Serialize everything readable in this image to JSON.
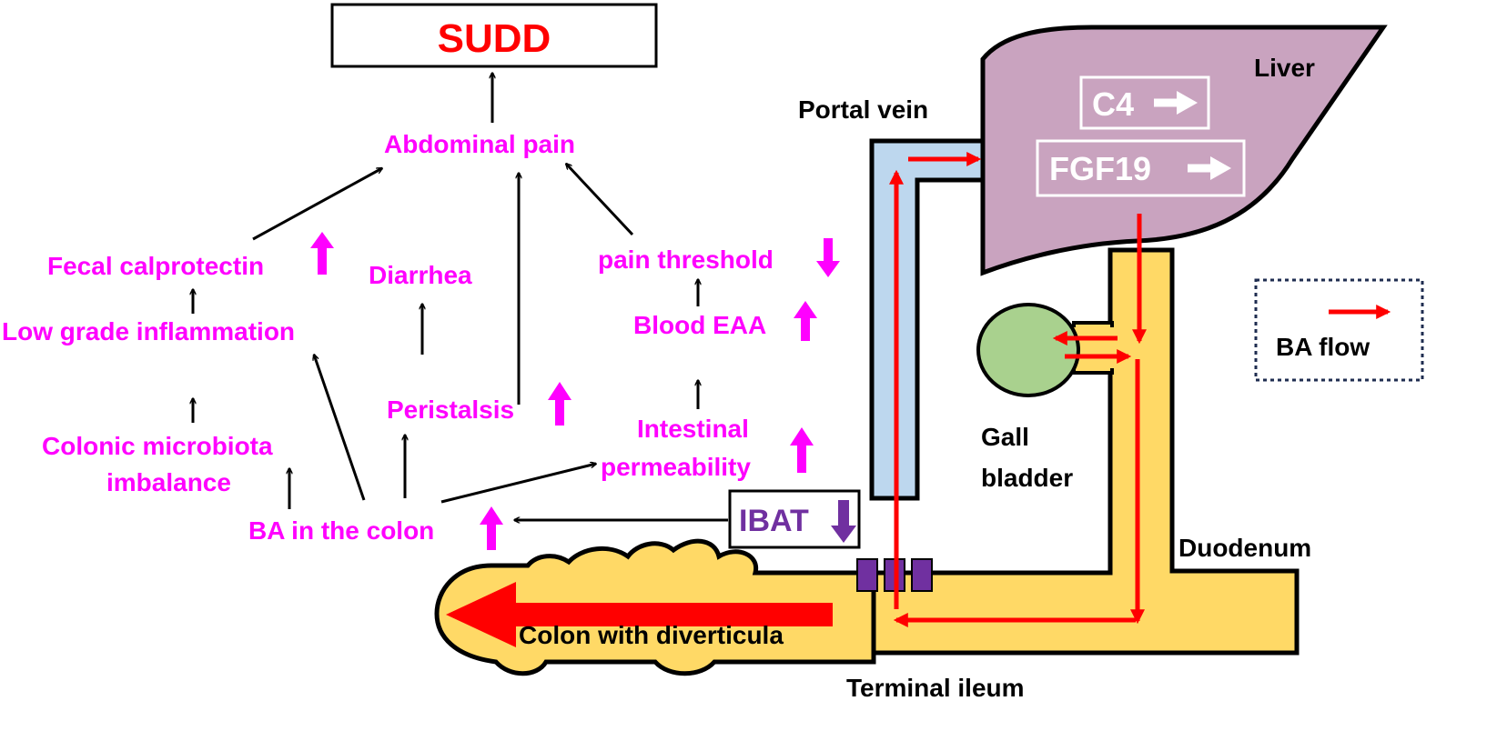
{
  "title": "SUDD",
  "nodes": {
    "abdominal_pain": "Abdominal pain",
    "fecal_calprotectin": "Fecal calprotectin",
    "diarrhea": "Diarrhea",
    "pain_threshold": "pain threshold",
    "low_grade_inflammation": "Low grade inflammation",
    "peristalsis": "Peristalsis",
    "blood_eaa": "Blood EAA",
    "colonic_microbiota_1": "Colonic microbiota",
    "colonic_microbiota_2": "imbalance",
    "intestinal_permeability_1": "Intestinal",
    "intestinal_permeability_2": "permeability",
    "ba_in_colon": "BA in the colon",
    "ibat": "IBAT"
  },
  "anatomy": {
    "liver": "Liver",
    "portal_vein": "Portal vein",
    "c4": "C4",
    "fgf19": "FGF19",
    "gall_bladder_1": "Gall",
    "gall_bladder_2": "bladder",
    "duodenum": "Duodenum",
    "terminal_ileum": "Terminal ileum",
    "colon": "Colon with diverticula"
  },
  "legend": {
    "label": "BA flow"
  },
  "colors": {
    "text_magenta": "#ff00ff",
    "title_red": "#ff0000",
    "ibat_purple": "#7030a0",
    "liver": "#c9a3bf",
    "portal_vein": "#bdd7ee",
    "intestine": "#ffd966",
    "gall_bladder": "#a9d18e",
    "flow_red": "#ff0000"
  }
}
